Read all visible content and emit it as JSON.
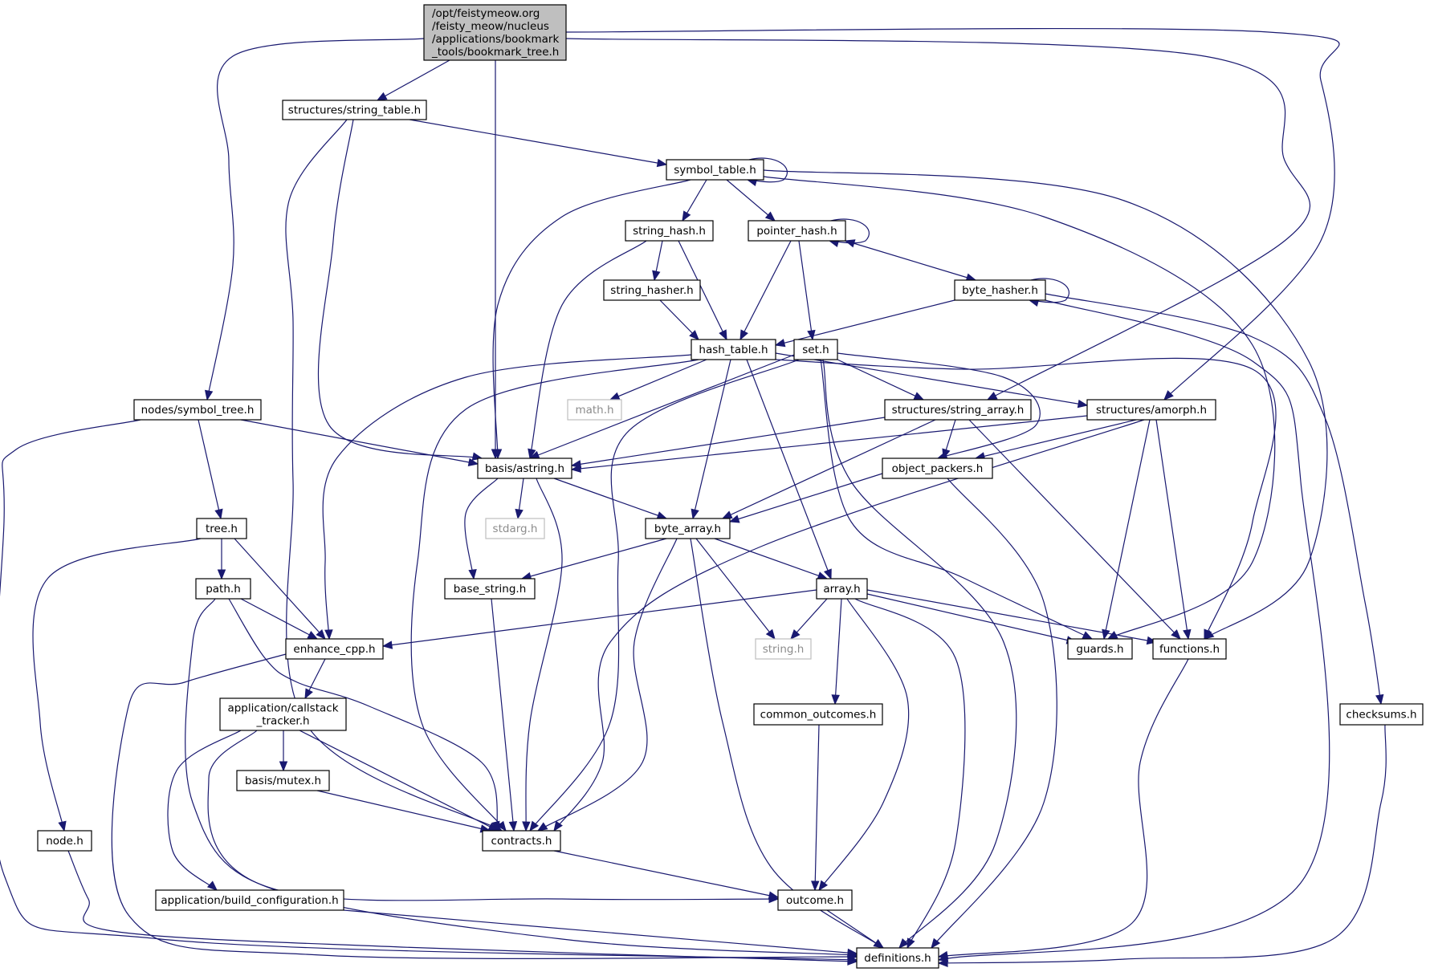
{
  "diagram": {
    "title": "Include dependency graph for bookmark_tree.h",
    "root": "n_root",
    "colors": {
      "edge": "#191970",
      "root_fill": "#bfbfbf",
      "node_border": "#000000",
      "external_border": "#bfbfbf",
      "external_text": "#8c8c8c"
    },
    "nodes": [
      {
        "id": "n_root",
        "label": [
          "/opt/feistymeow.org",
          "/feisty_meow/nucleus",
          "/applications/bookmark",
          "_tools/bookmark_tree.h"
        ],
        "kind": "root"
      },
      {
        "id": "n_string_table",
        "label": [
          "structures/string_table.h"
        ],
        "kind": "normal"
      },
      {
        "id": "n_symbol_table",
        "label": [
          "symbol_table.h"
        ],
        "kind": "normal"
      },
      {
        "id": "n_string_hash",
        "label": [
          "string_hash.h"
        ],
        "kind": "normal"
      },
      {
        "id": "n_pointer_hash",
        "label": [
          "pointer_hash.h"
        ],
        "kind": "normal"
      },
      {
        "id": "n_string_hasher",
        "label": [
          "string_hasher.h"
        ],
        "kind": "normal"
      },
      {
        "id": "n_byte_hasher",
        "label": [
          "byte_hasher.h"
        ],
        "kind": "normal"
      },
      {
        "id": "n_hash_table",
        "label": [
          "hash_table.h"
        ],
        "kind": "normal"
      },
      {
        "id": "n_set",
        "label": [
          "set.h"
        ],
        "kind": "normal"
      },
      {
        "id": "n_math",
        "label": [
          "math.h"
        ],
        "kind": "external"
      },
      {
        "id": "n_string_array",
        "label": [
          "structures/string_array.h"
        ],
        "kind": "normal"
      },
      {
        "id": "n_amorph",
        "label": [
          "structures/amorph.h"
        ],
        "kind": "normal"
      },
      {
        "id": "n_symbol_tree",
        "label": [
          "nodes/symbol_tree.h"
        ],
        "kind": "normal"
      },
      {
        "id": "n_astring",
        "label": [
          "basis/astring.h"
        ],
        "kind": "normal"
      },
      {
        "id": "n_object_packers",
        "label": [
          "object_packers.h"
        ],
        "kind": "normal"
      },
      {
        "id": "n_stdarg",
        "label": [
          "stdarg.h"
        ],
        "kind": "external"
      },
      {
        "id": "n_tree",
        "label": [
          "tree.h"
        ],
        "kind": "normal"
      },
      {
        "id": "n_byte_array",
        "label": [
          "byte_array.h"
        ],
        "kind": "normal"
      },
      {
        "id": "n_path",
        "label": [
          "path.h"
        ],
        "kind": "normal"
      },
      {
        "id": "n_base_string",
        "label": [
          "base_string.h"
        ],
        "kind": "normal"
      },
      {
        "id": "n_array",
        "label": [
          "array.h"
        ],
        "kind": "normal"
      },
      {
        "id": "n_enhance_cpp",
        "label": [
          "enhance_cpp.h"
        ],
        "kind": "normal"
      },
      {
        "id": "n_string_h",
        "label": [
          "string.h"
        ],
        "kind": "external"
      },
      {
        "id": "n_guards",
        "label": [
          "guards.h"
        ],
        "kind": "normal"
      },
      {
        "id": "n_functions",
        "label": [
          "functions.h"
        ],
        "kind": "normal"
      },
      {
        "id": "n_callstack",
        "label": [
          "application/callstack",
          "_tracker.h"
        ],
        "kind": "normal"
      },
      {
        "id": "n_common_outcomes",
        "label": [
          "common_outcomes.h"
        ],
        "kind": "normal"
      },
      {
        "id": "n_checksums",
        "label": [
          "checksums.h"
        ],
        "kind": "normal"
      },
      {
        "id": "n_mutex",
        "label": [
          "basis/mutex.h"
        ],
        "kind": "normal"
      },
      {
        "id": "n_node",
        "label": [
          "node.h"
        ],
        "kind": "normal"
      },
      {
        "id": "n_contracts",
        "label": [
          "contracts.h"
        ],
        "kind": "normal"
      },
      {
        "id": "n_build_config",
        "label": [
          "application/build_configuration.h"
        ],
        "kind": "normal"
      },
      {
        "id": "n_outcome",
        "label": [
          "outcome.h"
        ],
        "kind": "normal"
      },
      {
        "id": "n_definitions",
        "label": [
          "definitions.h"
        ],
        "kind": "normal"
      }
    ],
    "edges": [
      [
        "n_root",
        "n_string_table"
      ],
      [
        "n_root",
        "n_symbol_tree"
      ],
      [
        "n_root",
        "n_astring"
      ],
      [
        "n_root",
        "n_string_array"
      ],
      [
        "n_root",
        "n_amorph"
      ],
      [
        "n_string_table",
        "n_symbol_table"
      ],
      [
        "n_string_table",
        "n_astring"
      ],
      [
        "n_string_table",
        "n_contracts"
      ],
      [
        "n_symbol_table",
        "n_symbol_table"
      ],
      [
        "n_symbol_table",
        "n_string_hash"
      ],
      [
        "n_symbol_table",
        "n_pointer_hash"
      ],
      [
        "n_symbol_table",
        "n_astring"
      ],
      [
        "n_symbol_table",
        "n_guards"
      ],
      [
        "n_symbol_table",
        "n_functions"
      ],
      [
        "n_string_hash",
        "n_string_hasher"
      ],
      [
        "n_string_hash",
        "n_hash_table"
      ],
      [
        "n_string_hash",
        "n_astring"
      ],
      [
        "n_pointer_hash",
        "n_pointer_hash"
      ],
      [
        "n_pointer_hash",
        "n_hash_table"
      ],
      [
        "n_pointer_hash",
        "n_set"
      ],
      [
        "n_pointer_hash",
        "n_byte_hasher"
      ],
      [
        "n_string_hasher",
        "n_hash_table"
      ],
      [
        "n_byte_hasher",
        "n_byte_hasher"
      ],
      [
        "n_byte_hasher",
        "n_hash_table"
      ],
      [
        "n_byte_hasher",
        "n_checksums"
      ],
      [
        "n_byte_hasher",
        "n_definitions"
      ],
      [
        "n_hash_table",
        "n_math"
      ],
      [
        "n_hash_table",
        "n_amorph"
      ],
      [
        "n_hash_table",
        "n_byte_array"
      ],
      [
        "n_hash_table",
        "n_array"
      ],
      [
        "n_hash_table",
        "n_enhance_cpp"
      ],
      [
        "n_hash_table",
        "n_contracts"
      ],
      [
        "n_hash_table",
        "n_functions"
      ],
      [
        "n_set",
        "n_astring"
      ],
      [
        "n_set",
        "n_string_array"
      ],
      [
        "n_set",
        "n_object_packers"
      ],
      [
        "n_set",
        "n_contracts"
      ],
      [
        "n_set",
        "n_guards"
      ],
      [
        "n_set",
        "n_definitions"
      ],
      [
        "n_string_array",
        "n_astring"
      ],
      [
        "n_string_array",
        "n_object_packers"
      ],
      [
        "n_string_array",
        "n_byte_array"
      ],
      [
        "n_string_array",
        "n_functions"
      ],
      [
        "n_amorph",
        "n_astring"
      ],
      [
        "n_amorph",
        "n_object_packers"
      ],
      [
        "n_amorph",
        "n_contracts"
      ],
      [
        "n_amorph",
        "n_guards"
      ],
      [
        "n_amorph",
        "n_functions"
      ],
      [
        "n_symbol_tree",
        "n_astring"
      ],
      [
        "n_symbol_tree",
        "n_tree"
      ],
      [
        "n_symbol_tree",
        "n_definitions"
      ],
      [
        "n_astring",
        "n_stdarg"
      ],
      [
        "n_astring",
        "n_byte_array"
      ],
      [
        "n_astring",
        "n_base_string"
      ],
      [
        "n_astring",
        "n_contracts"
      ],
      [
        "n_object_packers",
        "n_byte_array"
      ],
      [
        "n_object_packers",
        "n_definitions"
      ],
      [
        "n_tree",
        "n_path"
      ],
      [
        "n_tree",
        "n_enhance_cpp"
      ],
      [
        "n_tree",
        "n_node"
      ],
      [
        "n_byte_array",
        "n_base_string"
      ],
      [
        "n_byte_array",
        "n_array"
      ],
      [
        "n_byte_array",
        "n_string_h"
      ],
      [
        "n_byte_array",
        "n_contracts"
      ],
      [
        "n_byte_array",
        "n_definitions"
      ],
      [
        "n_path",
        "n_enhance_cpp"
      ],
      [
        "n_path",
        "n_contracts"
      ],
      [
        "n_path",
        "n_outcome"
      ],
      [
        "n_base_string",
        "n_contracts"
      ],
      [
        "n_array",
        "n_enhance_cpp"
      ],
      [
        "n_array",
        "n_string_h"
      ],
      [
        "n_array",
        "n_guards"
      ],
      [
        "n_array",
        "n_functions"
      ],
      [
        "n_array",
        "n_common_outcomes"
      ],
      [
        "n_array",
        "n_outcome"
      ],
      [
        "n_array",
        "n_definitions"
      ],
      [
        "n_enhance_cpp",
        "n_callstack"
      ],
      [
        "n_enhance_cpp",
        "n_definitions"
      ],
      [
        "n_functions",
        "n_definitions"
      ],
      [
        "n_callstack",
        "n_mutex"
      ],
      [
        "n_callstack",
        "n_build_config"
      ],
      [
        "n_callstack",
        "n_contracts"
      ],
      [
        "n_callstack",
        "n_definitions"
      ],
      [
        "n_common_outcomes",
        "n_outcome"
      ],
      [
        "n_checksums",
        "n_definitions"
      ],
      [
        "n_mutex",
        "n_contracts"
      ],
      [
        "n_node",
        "n_definitions"
      ],
      [
        "n_contracts",
        "n_outcome"
      ],
      [
        "n_build_config",
        "n_definitions"
      ],
      [
        "n_outcome",
        "n_definitions"
      ]
    ]
  }
}
